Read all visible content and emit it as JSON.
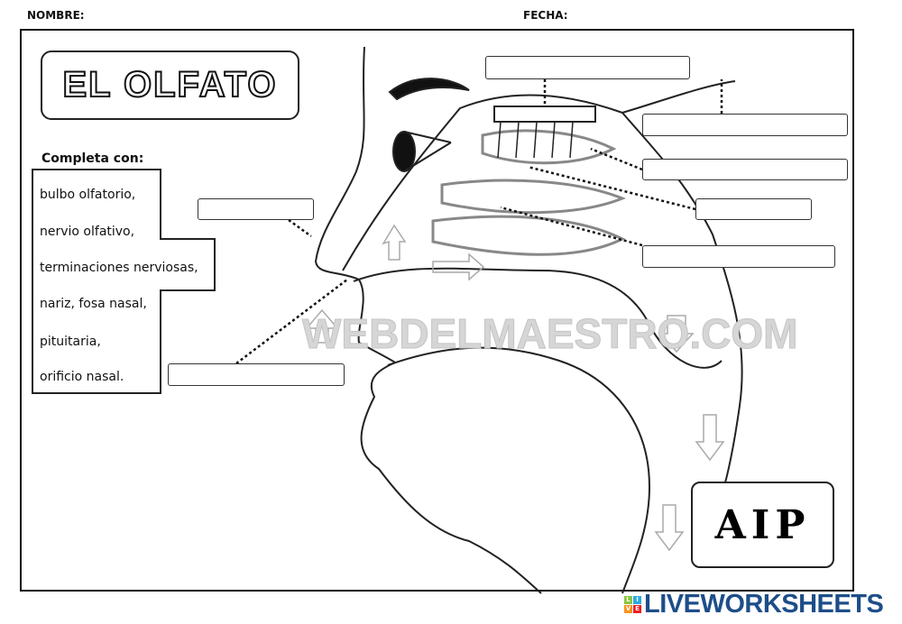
{
  "header": {
    "name_label": "NOMBRE:",
    "date_label": "FECHA:"
  },
  "title": "EL OLFATO",
  "word_bank": {
    "heading": "Completa con:",
    "words": [
      "bulbo olfatorio,",
      "nervio olfativo,",
      "terminaciones nerviosas,",
      "nariz, fosa nasal,",
      "pituitaria,",
      "orificio nasal."
    ]
  },
  "answer_fields": [
    {
      "id": "top",
      "value": ""
    },
    {
      "id": "right-1",
      "value": ""
    },
    {
      "id": "right-2",
      "value": ""
    },
    {
      "id": "right-3",
      "value": ""
    },
    {
      "id": "right-4",
      "value": ""
    },
    {
      "id": "left-nose",
      "value": ""
    },
    {
      "id": "left-nostril",
      "value": ""
    }
  ],
  "watermark": "WEBDELMAESTRO.COM",
  "aip_logo": "AIP",
  "footer_brand": {
    "text": "LIVEWORKSHEETS",
    "logo_letters": [
      "L",
      "I",
      "V",
      "E"
    ],
    "colors": [
      "#8cc63f",
      "#29abe2",
      "#f7931e",
      "#ed1c24"
    ],
    "text_color": "#1d4e89"
  }
}
